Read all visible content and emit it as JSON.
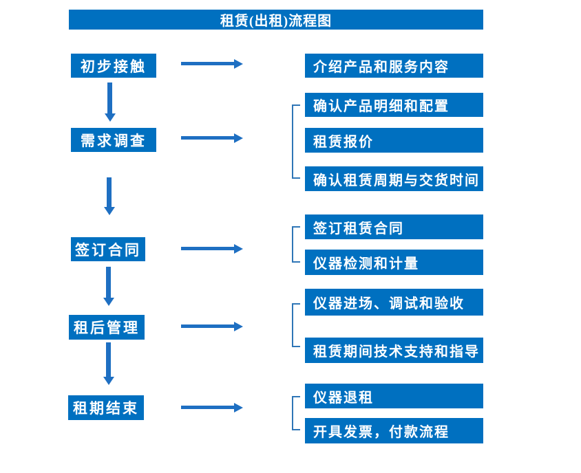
{
  "title": "租赁(出租)流程图",
  "colors": {
    "box_fill": "#0070C0",
    "arrow": "#1E6FC2",
    "bracket": "#2E75B6",
    "text_color": "#FFFFFF"
  },
  "flow": {
    "stages": [
      {
        "label": "初步接触",
        "details": [
          "介绍产品和服务内容"
        ]
      },
      {
        "label": "需求调查",
        "details": [
          "确认产品明细和配置",
          "租赁报价",
          "确认租赁周期与交货时间"
        ]
      },
      {
        "label": "签订合同",
        "details": [
          "签订租赁合同",
          "仪器检测和计量"
        ]
      },
      {
        "label": "租后管理",
        "details": [
          "仪器进场、调试和验收",
          "租赁期间技术支持和指导"
        ]
      },
      {
        "label": "租期结束",
        "details": [
          "仪器退租",
          "开具发票，付款流程"
        ]
      }
    ]
  }
}
